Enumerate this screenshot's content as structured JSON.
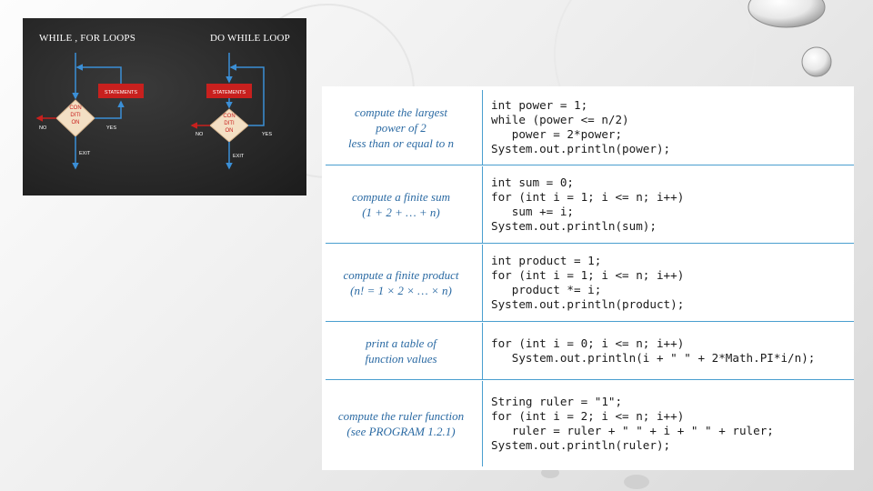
{
  "flowcharts": {
    "left": {
      "title": "WHILE , FOR LOOPS",
      "statements_label": "STATEMENTS",
      "condition_lines": [
        "CON",
        "DITI",
        "ON"
      ],
      "no_label": "NO",
      "yes_label": "YES",
      "exit_label": "EXIT"
    },
    "right": {
      "title": "DO WHILE LOOP",
      "statements_label": "STATEMENTS",
      "condition_lines": [
        "CON",
        "DITI",
        "ON"
      ],
      "no_label": "NO",
      "yes_label": "YES",
      "exit_label": "EXIT"
    }
  },
  "table": {
    "rows": [
      {
        "desc": [
          "compute the largest",
          "power of 2",
          "less than or equal to n"
        ],
        "code": [
          "int power = 1;",
          "while (power <= n/2)",
          "   power = 2*power;",
          "System.out.println(power);"
        ]
      },
      {
        "desc": [
          "compute a finite sum",
          "(1 + 2 + … + n)"
        ],
        "code": [
          "int sum = 0;",
          "for (int i = 1; i <= n; i++)",
          "   sum += i;",
          "System.out.println(sum);"
        ]
      },
      {
        "desc": [
          "compute a finite product",
          "(n! = 1 × 2 ×  …  × n)"
        ],
        "code": [
          "int product = 1;",
          "for (int i = 1; i <= n; i++)",
          "   product *= i;",
          "System.out.println(product);"
        ]
      },
      {
        "desc": [
          "print a table of",
          "function values"
        ],
        "code": [
          "for (int i = 0; i <= n; i++)",
          "   System.out.println(i + \" \" + 2*Math.PI*i/n);"
        ]
      },
      {
        "desc": [
          "compute the ruler function",
          "(see PROGRAM 1.2.1)"
        ],
        "code": [
          "String ruler = \"1\";",
          "for (int i = 2; i <= n; i++)",
          "   ruler = ruler + \" \" + i + \" \" + ruler;",
          "System.out.println(ruler);"
        ]
      }
    ]
  },
  "colors": {
    "arrow_blue": "#3b8fd6",
    "statement_box": "#c8201e",
    "condition_diamond": "#f3dfc4",
    "condition_text": "#c8201e",
    "table_rule": "#4a9ecf",
    "desc_text": "#2b6aa3"
  }
}
